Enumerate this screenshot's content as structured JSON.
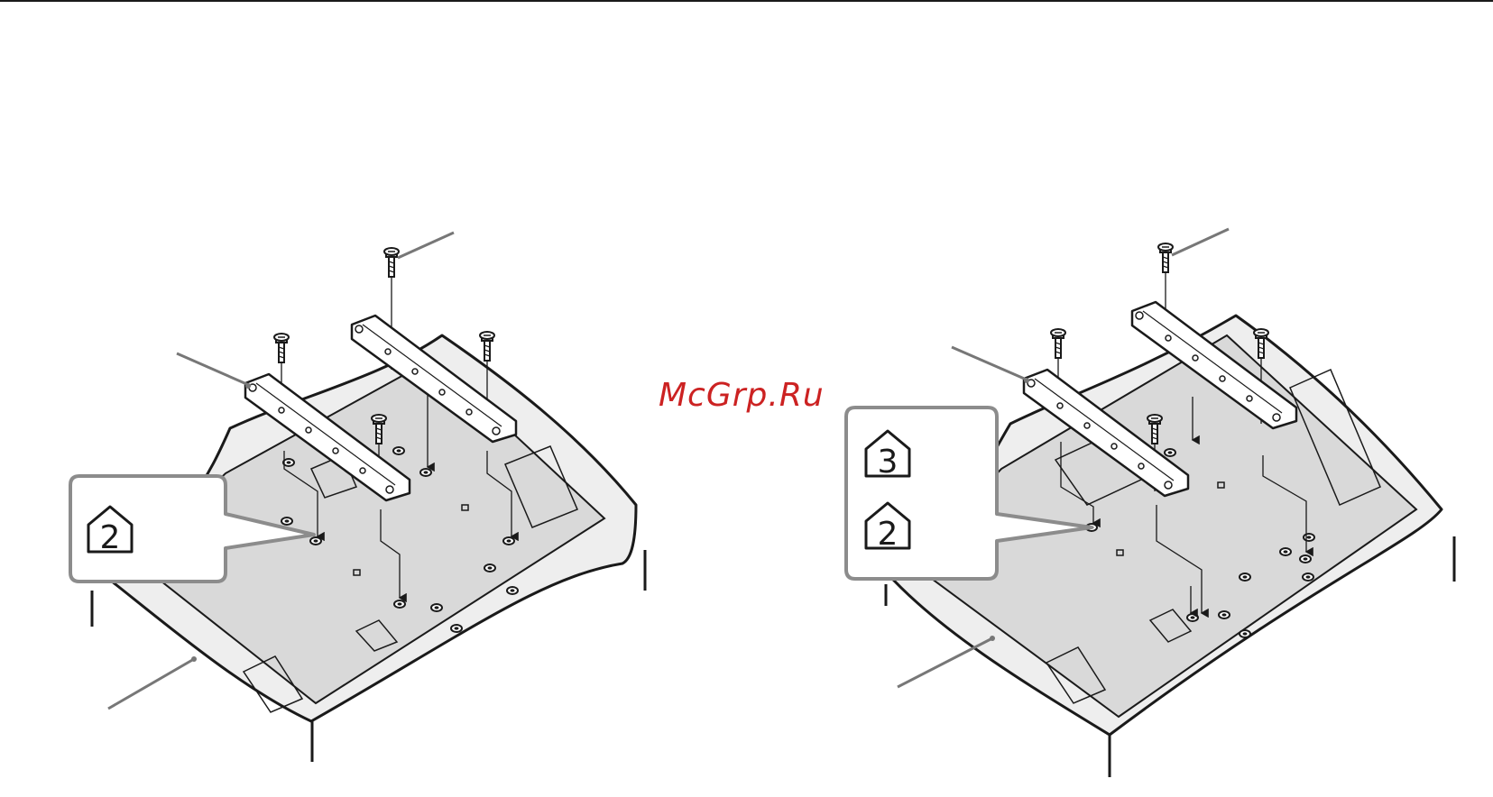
{
  "watermark": {
    "text": "McGrp.Ru",
    "color": "#cc2222"
  },
  "colors": {
    "outline": "#1a1a1a",
    "panel_fill": "#d9d9d9",
    "frame_fill": "#eeeeee",
    "leader": "#777777",
    "callout_border": "#8c8c8c"
  },
  "icons": [
    "screw-icon",
    "step-2-icon",
    "step-3-icon"
  ],
  "figures": [
    {
      "name": "left-figure",
      "step_badges": [
        "2"
      ]
    },
    {
      "name": "right-figure",
      "step_badges": [
        "3",
        "2"
      ]
    }
  ]
}
